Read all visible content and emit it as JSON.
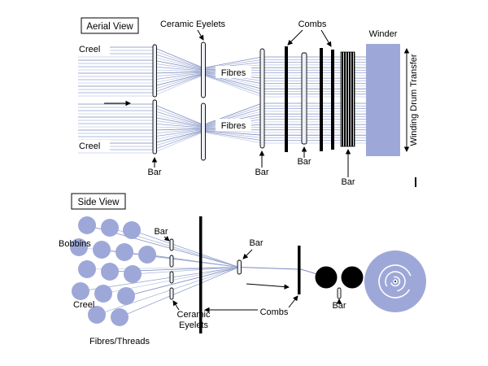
{
  "figure": {
    "aerial": {
      "view_label": "Aerial View",
      "ceramic_eyelets_label": "Ceramic Eyelets",
      "combs_label": "Combs",
      "winder_label": "Winder",
      "creel_top_label": "Creel",
      "creel_bottom_label": "Creel",
      "fibres_top_label": "Fibres",
      "fibres_bottom_label": "Fibres",
      "bar_creel_label": "Bar",
      "bar_mid_label": "Bar",
      "bar_comb_area_label": "Bar",
      "bar_comb_label": "Bar",
      "winding_drum_transfer_label": "Winding Drum Transfer"
    },
    "side": {
      "view_label": "Side View",
      "bobbins_label": "Bobbins",
      "bar_eyelets_label": "Bar",
      "bar_convergence_label": "Bar",
      "bar_rollers_label": "Bar",
      "creel_label": "Creel",
      "ceramic_eyelets_label": {
        "line1": "Ceramic",
        "line2": "Eyelets"
      },
      "combs_label": "Combs",
      "fibres_threads_label": "Fibres/Threads"
    }
  },
  "colors": {
    "lavender": "#9ea8d8",
    "rod_fill": "#eef0f8",
    "fibre_palette": [
      "#7b89bd",
      "#aeb9dd",
      "#93a2cf",
      "#c3cce6"
    ],
    "outline": "#000000"
  }
}
